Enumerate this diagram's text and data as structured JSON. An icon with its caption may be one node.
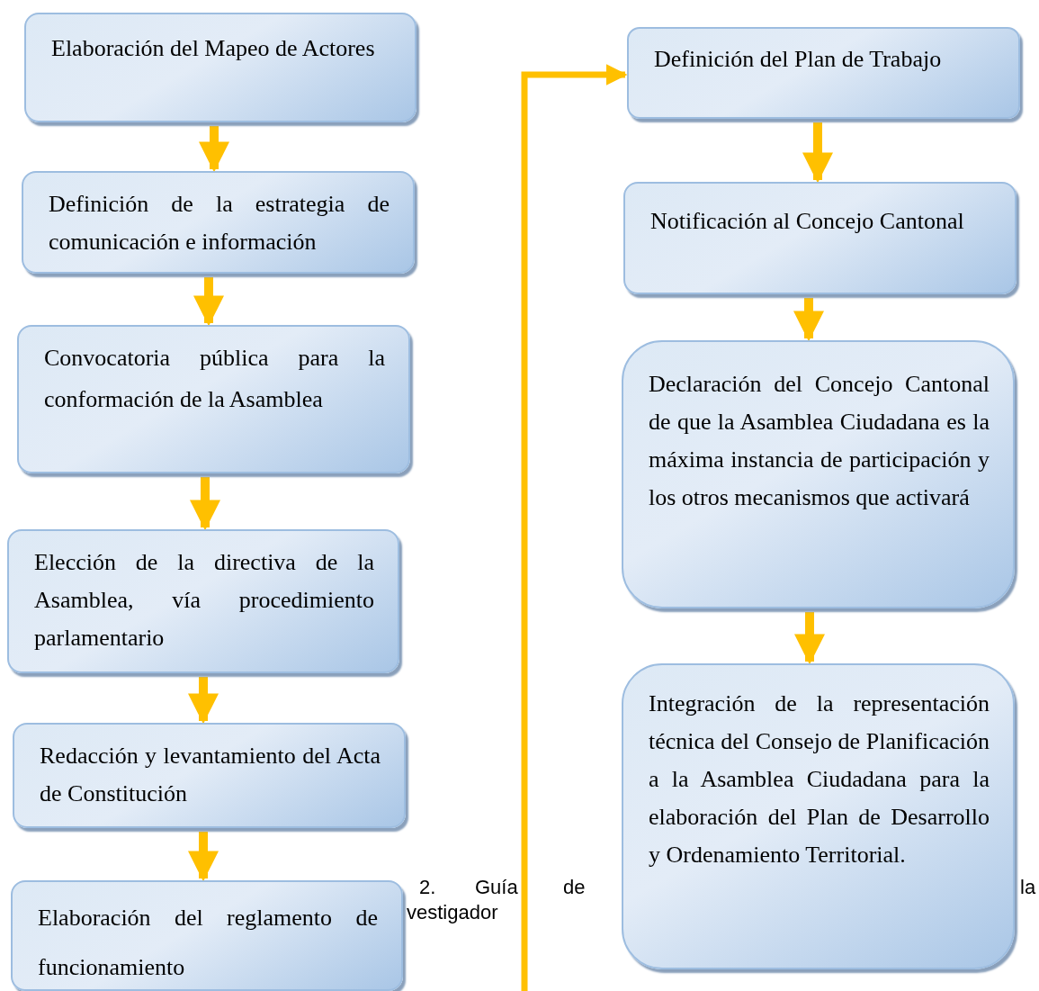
{
  "diagram": {
    "nodes": [
      {
        "text": [
          "Elaboración del Mapeo de Actores"
        ]
      },
      {
        "text": [
          "Definición de la estrategia de comunicación e información"
        ]
      },
      {
        "text": [
          "Convocatoria pública para la conformación de la Asamblea"
        ]
      },
      {
        "text": [
          "Elección de la directiva de la Asamblea, vía procedimiento parlamentario"
        ]
      },
      {
        "text": [
          "Redacción y levantamiento del Acta de Constitución"
        ]
      },
      {
        "text": [
          "Elaboración del reglamento de funcionamiento"
        ]
      },
      {
        "text": [
          "Definición del Plan de Trabajo"
        ]
      },
      {
        "text": [
          "Notificación al Concejo Cantonal"
        ]
      },
      {
        "text": [
          "Declaración del Concejo Cantonal de que la Asamblea Ciudadana es la máxima instancia de participación y los otros mecanismos que activará"
        ]
      },
      {
        "text": [
          "Integración de la representación técnica del Consejo de Planificación a la Asamblea Ciudadana para la elaboración del Plan de Desarrollo y Ordenamiento Territorial."
        ]
      }
    ],
    "edges": [
      {
        "from": 0,
        "to": 1,
        "arrow": "to"
      },
      {
        "from": 1,
        "to": 2,
        "arrow": "to"
      },
      {
        "from": 2,
        "to": 3,
        "arrow": "to"
      },
      {
        "from": 3,
        "to": 4,
        "arrow": "to"
      },
      {
        "from": 4,
        "to": 5,
        "arrow": "to"
      },
      {
        "from": null,
        "to": 6,
        "arrow": "to"
      },
      {
        "from": 6,
        "to": 7,
        "arrow": "to"
      },
      {
        "from": 7,
        "to": 8,
        "arrow": "to"
      },
      {
        "from": 8,
        "to": 9,
        "arrow": "to"
      }
    ],
    "labels": [
      "2.",
      "Guía",
      "de",
      "la",
      "vestigador"
    ]
  }
}
